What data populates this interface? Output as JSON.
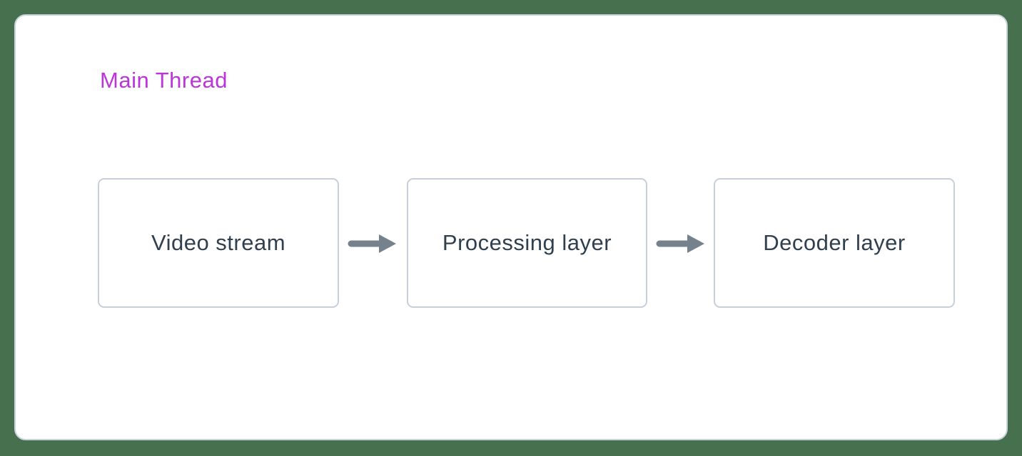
{
  "diagram": {
    "title": "Main Thread",
    "nodes": [
      {
        "id": "video-stream",
        "label": "Video stream"
      },
      {
        "id": "processing-layer",
        "label": "Processing layer"
      },
      {
        "id": "decoder-layer",
        "label": "Decoder layer"
      }
    ],
    "connections": [
      {
        "from": "video-stream",
        "to": "processing-layer"
      },
      {
        "from": "processing-layer",
        "to": "decoder-layer"
      }
    ],
    "colors": {
      "page_background": "#47714e",
      "panel_background": "#ffffff",
      "panel_border": "#c9d3dc",
      "title_text": "#bb35d8",
      "node_border": "#c5d0da",
      "node_text": "#31404e",
      "arrow": "#75828e"
    }
  }
}
